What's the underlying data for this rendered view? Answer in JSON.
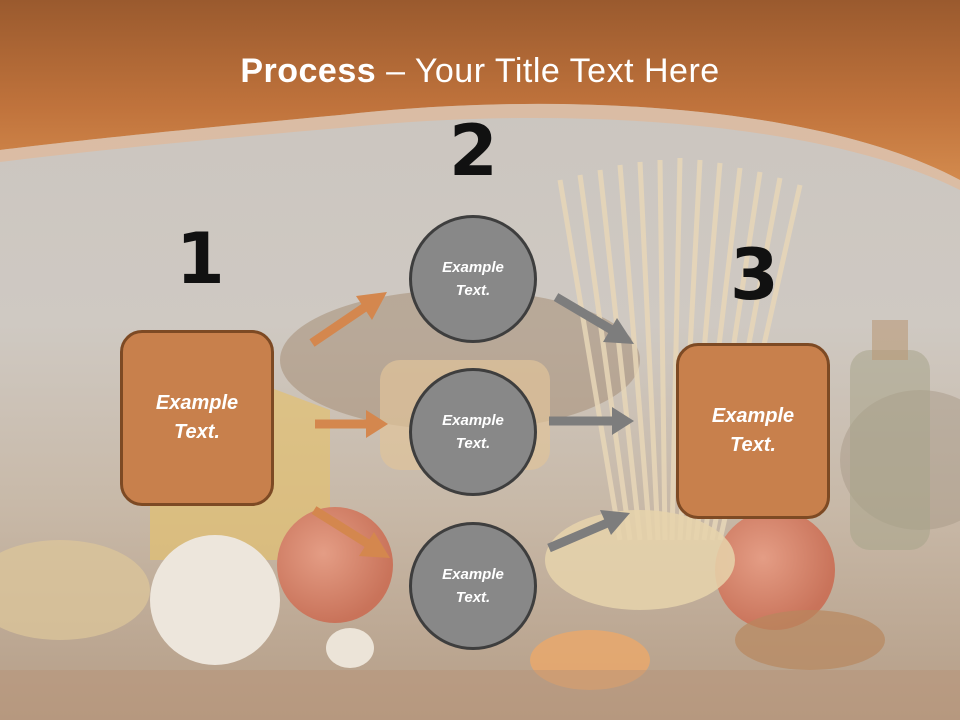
{
  "slide": {
    "title_bold": "Process",
    "title_rest": " – Your Title Text Here"
  },
  "steps": [
    {
      "number": "1",
      "items": [
        {
          "line1": "Example",
          "line2": "Text."
        }
      ]
    },
    {
      "number": "2",
      "items": [
        {
          "line1": "Example",
          "line2": "Text."
        },
        {
          "line1": "Example",
          "line2": "Text."
        },
        {
          "line1": "Example",
          "line2": "Text."
        }
      ]
    },
    {
      "number": "3",
      "items": [
        {
          "line1": "Example",
          "line2": "Text."
        }
      ]
    }
  ],
  "colors": {
    "header": "#c97a3f",
    "box_fill": "#c8804c",
    "circle_fill": "#888888",
    "arrow_orange": "#d4874e",
    "arrow_gray": "#7d7d7d"
  }
}
